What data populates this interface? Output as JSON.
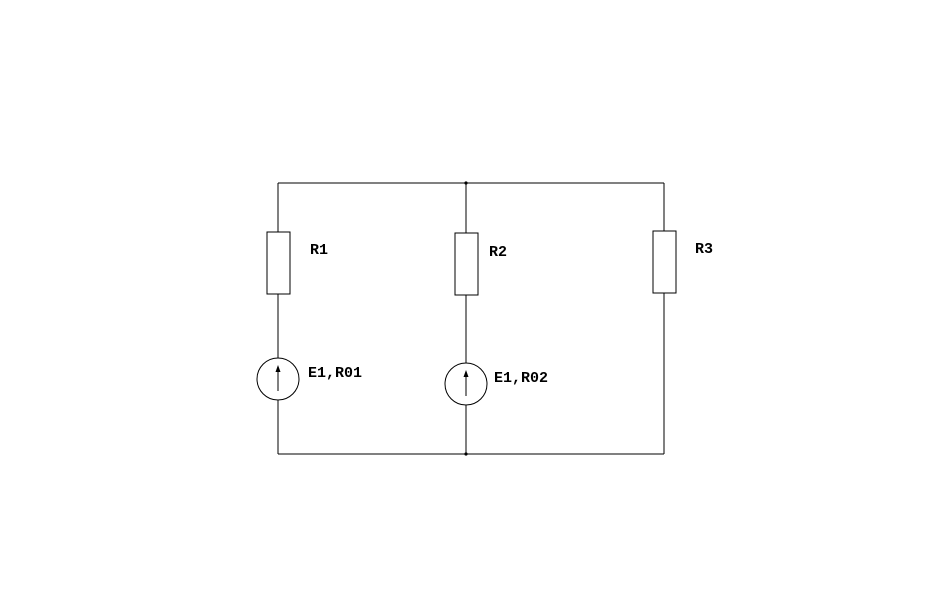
{
  "diagram": {
    "type": "circuit-schematic",
    "colors": {
      "background": "#ffffff",
      "line": "#000000"
    },
    "branches": [
      {
        "id": "left",
        "resistor_label": "R1",
        "source_label": "E1",
        "source_resistance_label": "R01",
        "source_direction": "up"
      },
      {
        "id": "middle",
        "resistor_label": "R2",
        "source_label": "E1",
        "source_resistance_label": "R02",
        "source_direction": "up"
      },
      {
        "id": "right",
        "resistor_label": "R3"
      }
    ],
    "labels": {
      "r1": "R1",
      "r2": "R2",
      "r3": "R3",
      "source1": "E1,R01",
      "source2": "E1,R02"
    }
  }
}
